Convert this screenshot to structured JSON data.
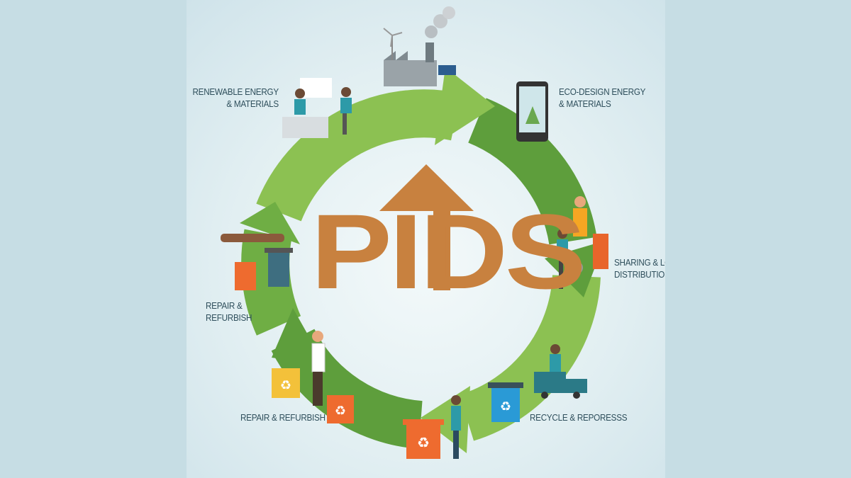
{
  "logo_text": "PIDS",
  "stages": [
    {
      "label_line1": "RENEWABLE ENERGY",
      "label_line2": "& MATERIALS"
    },
    {
      "label_line1": "ECO-DESIGN ENERGY",
      "label_line2": "& MATERIALS"
    },
    {
      "label_line1": "SHARING & LC",
      "label_line2": "DISTRIBUTION"
    },
    {
      "label_line1": "RECYCLE & REPORESSS"
    },
    {
      "label_line1": "REPAIR & REFURBISH"
    },
    {
      "label_line1": "REPAIR &",
      "label_line2": "REFURBISH"
    }
  ],
  "colors": {
    "ring_light": "#8cc152",
    "ring_dark": "#5e9e3c",
    "logo": "#c8813f",
    "background": "#c6dde4",
    "label": "#2f4f5c"
  }
}
